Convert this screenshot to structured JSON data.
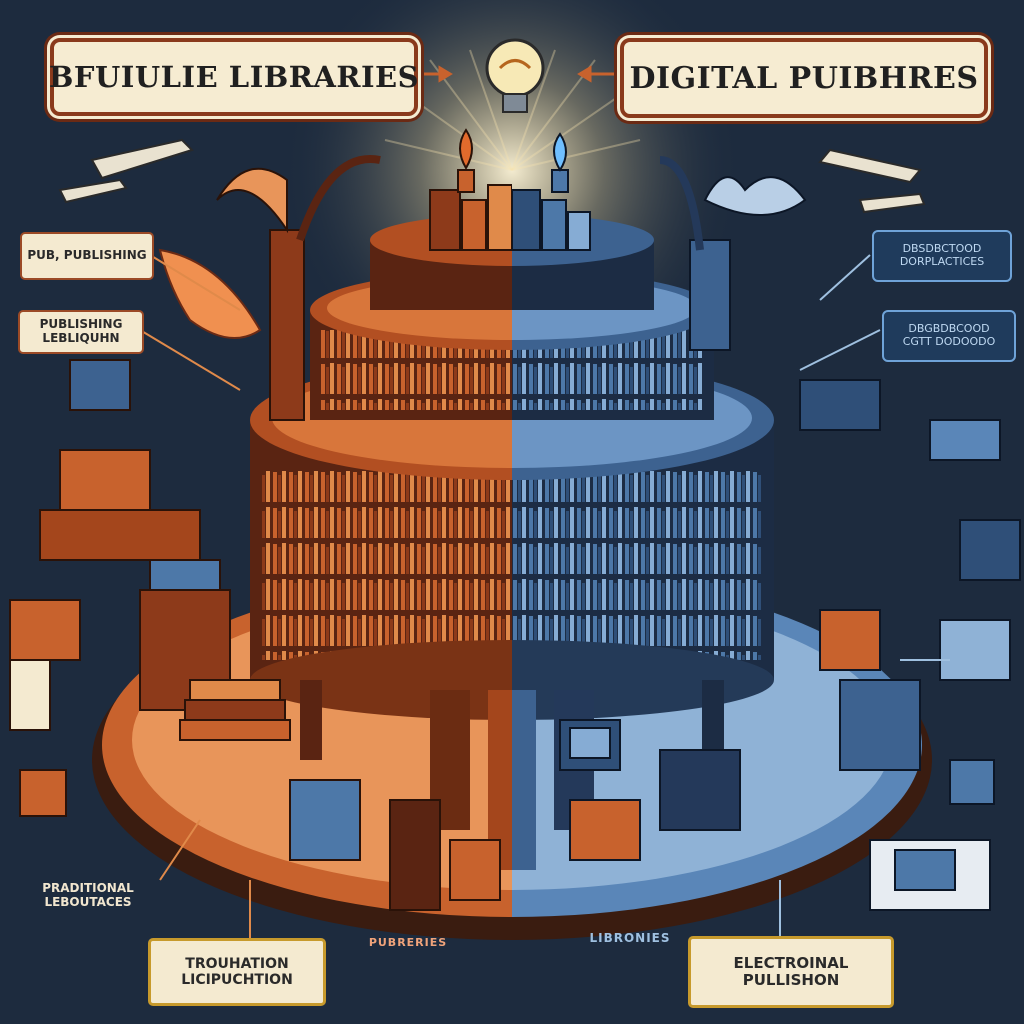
{
  "banners": {
    "left": "BFUIULIE LIBRARIES",
    "right": "DIGITAL PUIBHRES"
  },
  "labels": {
    "pub_publishing": "PUB, PUBLISHING",
    "publishing_lines": [
      "PUBLISHING",
      "LEBLIQUHN"
    ],
    "traditional_lines": [
      "PRADITIONAL",
      "LEBOUTACES"
    ],
    "traditional_pub_lines": [
      "TROUHATION",
      "LICIPUCHTION"
    ],
    "electronic_lines": [
      "ELECTROINAL",
      "PULLISHON"
    ],
    "base_left": "PUBRERIES",
    "base_right": "LIBRONIES",
    "digital_practices_lines": [
      "DBSDBCTOOD",
      "DORPLACTICES"
    ],
    "digital_content_lines": [
      "DBGBDBCOOD",
      "CGTT DODOODO"
    ]
  },
  "colors": {
    "background": "#1d2b3e",
    "traditional_orange": "#c8622d",
    "digital_blue": "#5a86b8",
    "cream": "#f6ecd2",
    "banner_border": "#8a3a1c",
    "gold_frame": "#c79a2c"
  },
  "icons": [
    "lightbulb-icon",
    "left-candle-icon",
    "right-candle-icon",
    "airship-icon",
    "smokestack-icon",
    "computer-terminal-icon",
    "book-stack-icon",
    "desk-icon"
  ]
}
